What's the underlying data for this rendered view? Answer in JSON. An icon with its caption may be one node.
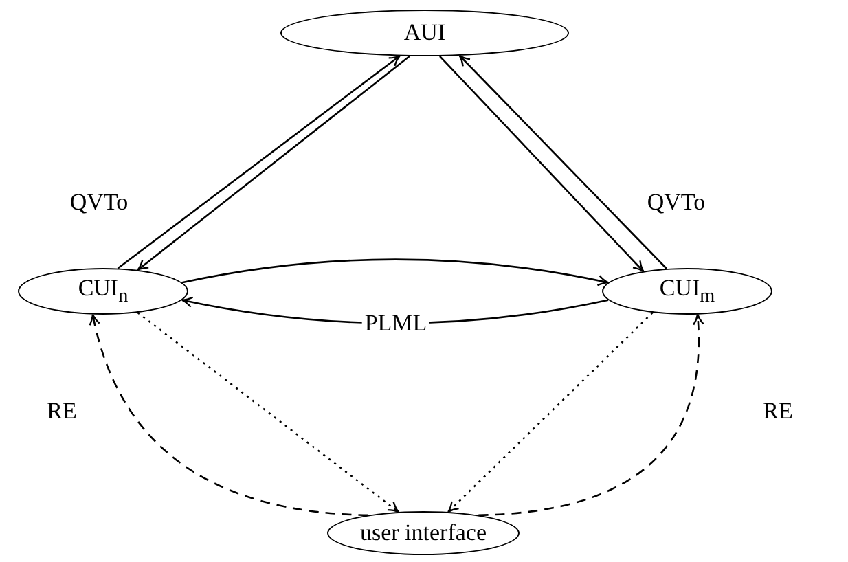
{
  "diagram": {
    "nodes": [
      {
        "text": [
          "AUI"
        ]
      },
      {
        "text": [
          "CUI$_{n}$"
        ]
      },
      {
        "text": [
          "CUI$_{m}$"
        ]
      },
      {
        "text": [
          "user interface"
        ]
      }
    ],
    "edges": [
      {
        "from": 1,
        "to": 0,
        "arrow": "to",
        "label": "QVTo"
      },
      {
        "from": 0,
        "to": 1,
        "arrow": "to"
      },
      {
        "from": 0,
        "to": 2,
        "arrow": "to",
        "label": "QVTo"
      },
      {
        "from": 2,
        "to": 0,
        "arrow": "to"
      },
      {
        "from": 1,
        "to": 2,
        "arrow": "to"
      },
      {
        "from": 2,
        "to": 1,
        "arrow": "to",
        "label": "PLML"
      },
      {
        "from": 1,
        "to": 3,
        "arrow": "to",
        "style": "dashed"
      },
      {
        "from": 2,
        "to": 3,
        "arrow": "to",
        "style": "dashed"
      },
      {
        "from": 3,
        "to": 1,
        "arrow": "to",
        "label": "RE",
        "style": "dashed"
      },
      {
        "from": 3,
        "to": 2,
        "arrow": "to",
        "label": "RE",
        "style": "dashed"
      }
    ]
  }
}
